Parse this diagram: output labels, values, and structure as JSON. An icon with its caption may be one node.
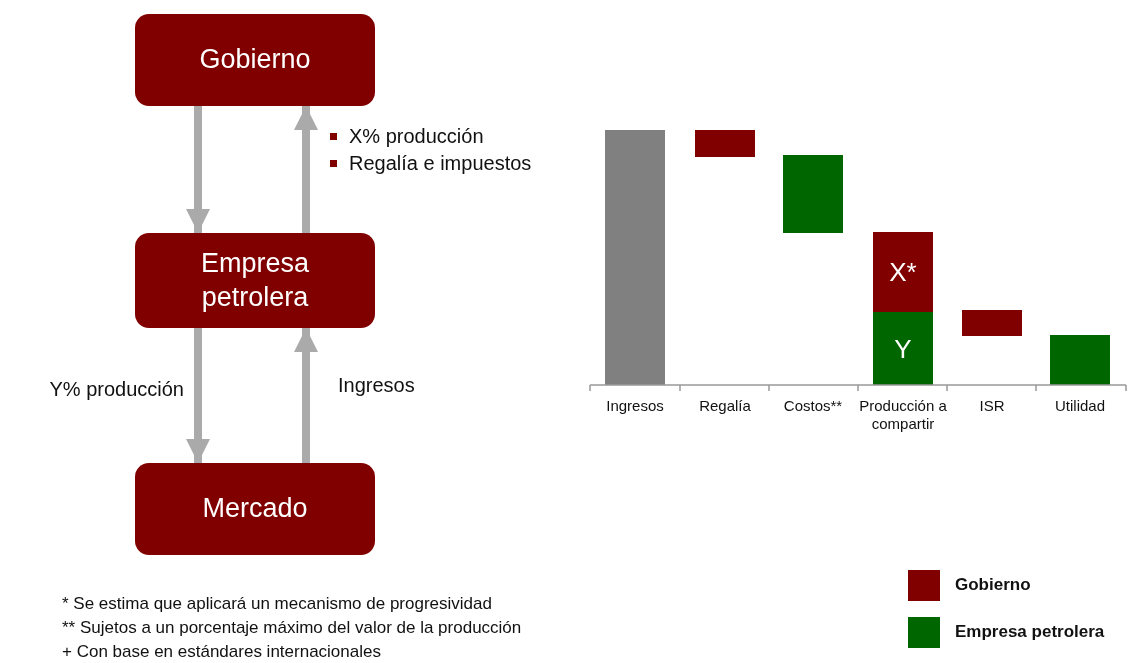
{
  "diagram": {
    "nodes": [
      {
        "text": [
          "Gobierno"
        ]
      },
      {
        "text": [
          "Empresa petrolera"
        ]
      },
      {
        "text": [
          "Mercado"
        ]
      }
    ],
    "edges": [
      {
        "from": 0,
        "to": 1,
        "arrow": "to"
      },
      {
        "from": 1,
        "to": 0,
        "arrow": "to"
      },
      {
        "from": 1,
        "to": 2,
        "arrow": "to",
        "label": "Y% producción"
      },
      {
        "from": 2,
        "to": 1,
        "arrow": "to",
        "label": "Ingresos"
      }
    ],
    "labels": [
      "X% producción",
      "Regalía e impuestos",
      "X*",
      "Y",
      "Ingresos",
      "Regalía",
      "Costos**",
      "Producción a compartir",
      "ISR",
      "Utilidad",
      "* Se estima que aplicará un mecanismo de progresividad",
      "** Sujetos a un porcentaje máximo del valor de la producción",
      "+ Con base en estándares internacionales"
    ],
    "legend": [
      {
        "text": "Gobierno",
        "color": "#800000"
      },
      {
        "text": "Empresa petrolera",
        "color": "#006600"
      }
    ]
  }
}
